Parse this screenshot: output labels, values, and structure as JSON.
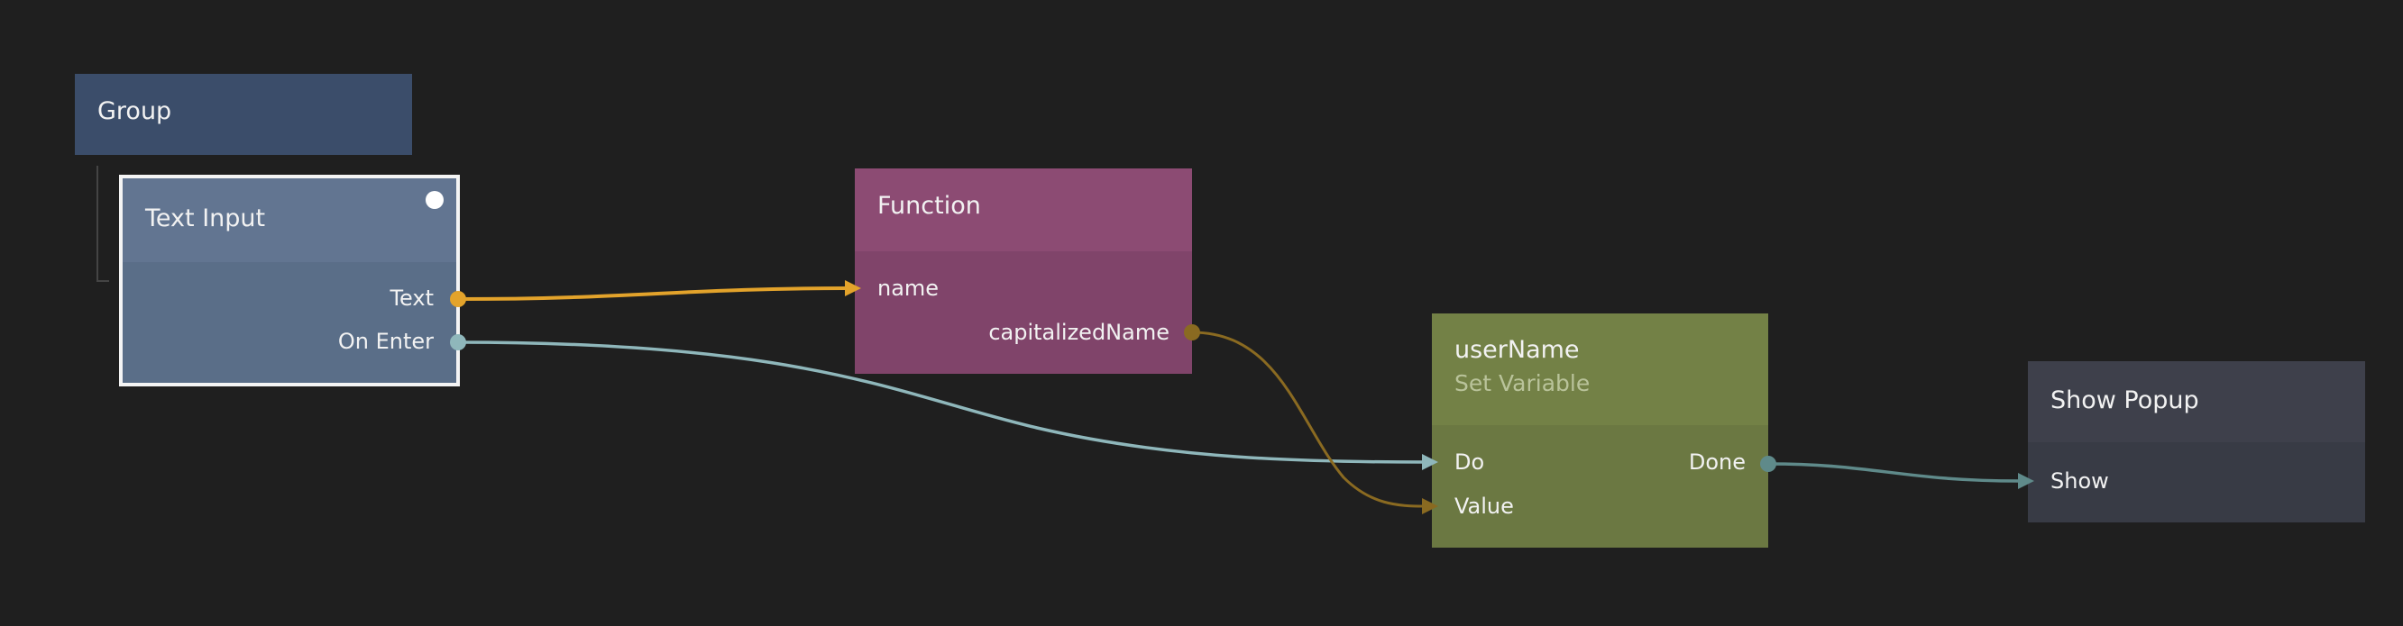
{
  "nodes": {
    "group": {
      "title": "Group",
      "color": "#3b4d6a"
    },
    "text_input": {
      "title": "Text Input",
      "outputs": [
        "Text",
        "On Enter"
      ],
      "header_color": "#627591",
      "body_color": "#5a6e88",
      "selected": true
    },
    "function": {
      "title": "Function",
      "inputs": [
        "name"
      ],
      "outputs": [
        "capitalizedName"
      ],
      "header_color": "#8c4b73",
      "body_color": "#80446a"
    },
    "set_variable": {
      "title": "userName",
      "subtitle": "Set Variable",
      "inputs": [
        "Do",
        "Value"
      ],
      "outputs": [
        "Done"
      ],
      "header_color": "#738146",
      "body_color": "#6b7842"
    },
    "show_popup": {
      "title": "Show Popup",
      "inputs": [
        "Show"
      ],
      "header_color": "#3e404b",
      "body_color": "#383b45"
    }
  },
  "connections": [
    {
      "from": "Text Input.Text",
      "to": "Function.name",
      "color": "#e3a32b"
    },
    {
      "from": "Text Input.On Enter",
      "to": "userName.Do",
      "color": "#8fb7bb"
    },
    {
      "from": "Function.capitalizedName",
      "to": "userName.Value",
      "color": "#8a6a21"
    },
    {
      "from": "userName.Done",
      "to": "Show Popup.Show",
      "color": "#5f8a8a"
    }
  ],
  "background_color": "#1f1f1f"
}
